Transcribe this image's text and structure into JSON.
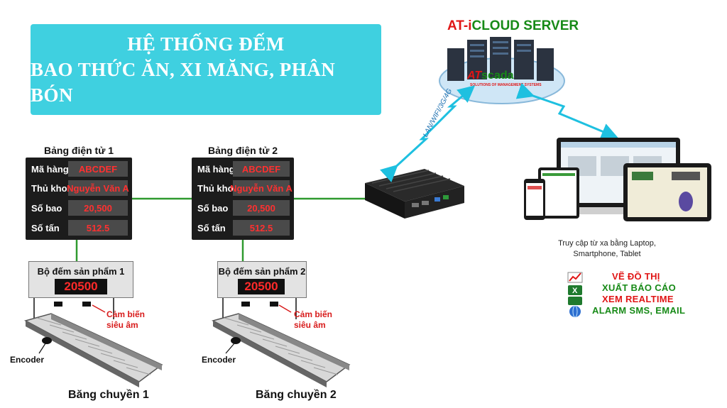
{
  "banner": {
    "line1": "HỆ THỐNG ĐẾM",
    "line2": "BAO THỨC ĂN, XI MĂNG, PHÂN BÓN"
  },
  "panels": [
    {
      "title": "Bảng điện tử 1",
      "rows": [
        {
          "label": "Mã hàng",
          "value": "ABCDEF"
        },
        {
          "label": "Thủ kho",
          "value": "Nguyễn Văn A"
        },
        {
          "label": "Số bao",
          "value": "20,500"
        },
        {
          "label": "Số tấn",
          "value": "512.5"
        }
      ]
    },
    {
      "title": "Bảng điện tử 2",
      "rows": [
        {
          "label": "Mã hàng",
          "value": "ABCDEF"
        },
        {
          "label": "Thủ kho",
          "value": "Nguyễn Văn A"
        },
        {
          "label": "Số bao",
          "value": "20,500"
        },
        {
          "label": "Số tấn",
          "value": "512.5"
        }
      ]
    }
  ],
  "counters": [
    {
      "title": "Bộ đếm sản phẩm 1",
      "value": "20500"
    },
    {
      "title": "Bộ đếm sản phẩm 2",
      "value": "20500"
    }
  ],
  "sensor_label": {
    "line1": "Cảm biến",
    "line2": "siêu âm"
  },
  "encoder_label": "Encoder",
  "conveyors": [
    "Băng chuyền 1",
    "Băng chuyền 2"
  ],
  "server": {
    "title_prefix": "AT-",
    "title_i": "i",
    "title_rest": "CLOUD SERVER",
    "logo_at": "AT",
    "logo_scada": "scada",
    "logo_tagline": "SOLUTIONS OF MANAGEMENT SYSTEMS"
  },
  "network_label": "LAN/WIFI/3G/4G",
  "devices_caption": {
    "line1": "Truy cập từ xa bằng Laptop,",
    "line2": "Smartphone, Tablet"
  },
  "features": [
    {
      "text": "VẼ ĐỒ THỊ",
      "color": "#e01515",
      "icon": "chart-icon"
    },
    {
      "text": "XUẤT BÁO CÁO",
      "color": "#178a17",
      "icon": "excel-icon"
    },
    {
      "text": "XEM REALTIME",
      "color": "#e01515",
      "icon": "excel-icon"
    },
    {
      "text": "ALARM SMS, EMAIL",
      "color": "#178a17",
      "icon": "globe-icon"
    }
  ],
  "colors": {
    "banner": "#3fd0e0",
    "panel_bg": "#1c1c1c",
    "value_red": "#ff3030",
    "link_green": "#2f9a2f",
    "arrow_cyan": "#1ec0e0"
  }
}
